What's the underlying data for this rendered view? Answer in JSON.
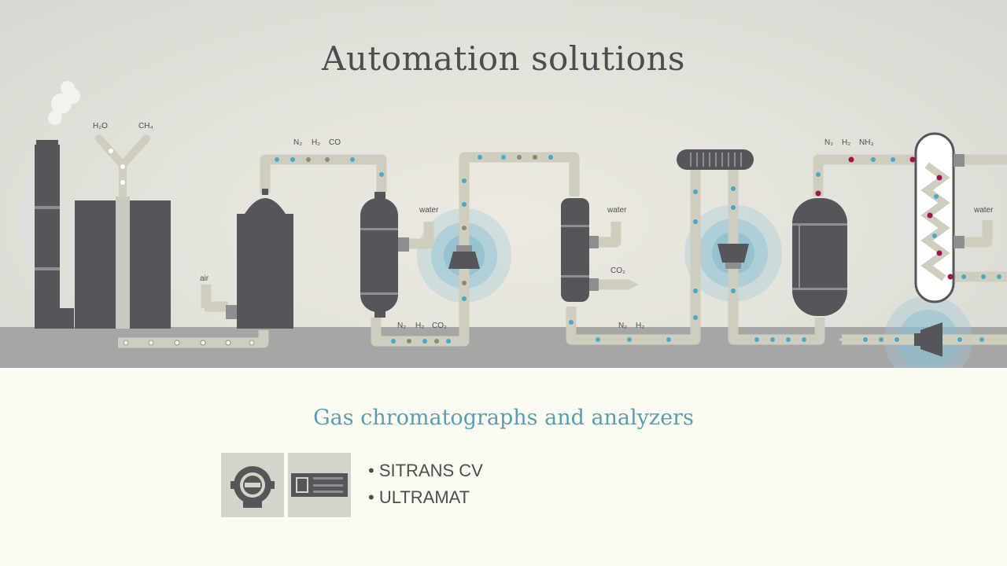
{
  "title": "Automation solutions",
  "labels": {
    "h2o": "H₂O",
    "ch4": "CH₄",
    "air": "air",
    "n2_h2_co": [
      "N₂",
      "H₂",
      "CO"
    ],
    "water1": "water",
    "n2_h2_co2": [
      "N₂",
      "H₂",
      "CO₂"
    ],
    "water2": "water",
    "co2": "CO₂",
    "n2_h2": [
      "N₂",
      "H₂"
    ],
    "n2_h2_nh3": [
      "N₂",
      "H₂",
      "NH₃"
    ],
    "water3": "water"
  },
  "section": {
    "heading": "Gas chromatographs and analyzers",
    "products": [
      "SITRANS CV",
      "ULTRAMAT"
    ]
  },
  "colors": {
    "accent": "#5a9db0",
    "pipe": "#cfcdbe",
    "equipment": "#555659",
    "ground": "#a6a6a6",
    "dot_blue": "#4aa8c8",
    "dot_red": "#a3124a",
    "dot_brown": "#8f8a78"
  }
}
